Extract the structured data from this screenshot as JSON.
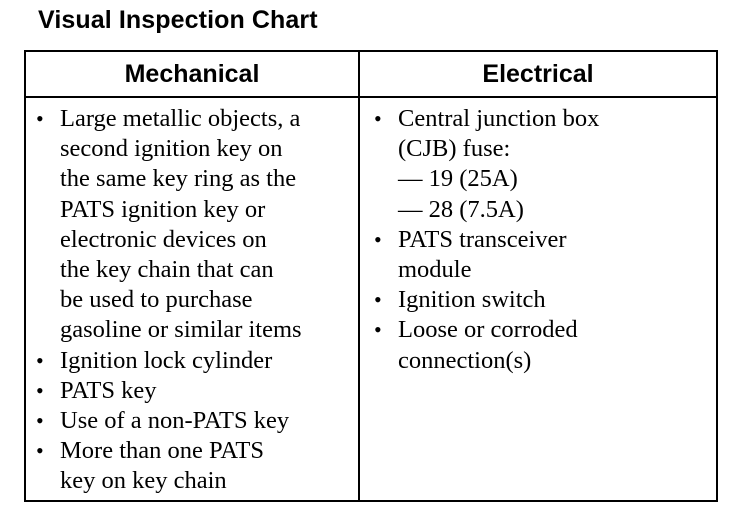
{
  "title": "Visual Inspection Chart",
  "columns": {
    "mechanical": {
      "header": "Mechanical",
      "lines": [
        {
          "bullet": true,
          "text": "Large metallic objects, a"
        },
        {
          "bullet": false,
          "text": "second ignition key on"
        },
        {
          "bullet": false,
          "text": "the same key ring as the"
        },
        {
          "bullet": false,
          "text": "PATS ignition key or"
        },
        {
          "bullet": false,
          "text": "electronic devices on"
        },
        {
          "bullet": false,
          "text": "the key chain that can"
        },
        {
          "bullet": false,
          "text": "be used to purchase"
        },
        {
          "bullet": false,
          "text": "gasoline or similar items"
        },
        {
          "bullet": true,
          "text": "Ignition lock cylinder"
        },
        {
          "bullet": true,
          "text": "PATS key"
        },
        {
          "bullet": true,
          "text": "Use of a non-PATS key"
        },
        {
          "bullet": true,
          "text": "More than one PATS"
        },
        {
          "bullet": false,
          "text": "key on key chain"
        }
      ]
    },
    "electrical": {
      "header": "Electrical",
      "lines": [
        {
          "bullet": true,
          "text": "Central junction box"
        },
        {
          "bullet": false,
          "text": "(CJB) fuse:"
        },
        {
          "bullet": false,
          "text": "— 19 (25A)"
        },
        {
          "bullet": false,
          "text": "— 28 (7.5A)"
        },
        {
          "bullet": true,
          "text": "PATS transceiver"
        },
        {
          "bullet": false,
          "text": "module"
        },
        {
          "bullet": true,
          "text": "Ignition switch"
        },
        {
          "bullet": true,
          "text": "Loose or corroded"
        },
        {
          "bullet": false,
          "text": "connection(s)"
        }
      ]
    }
  },
  "bullet_glyph": "•"
}
